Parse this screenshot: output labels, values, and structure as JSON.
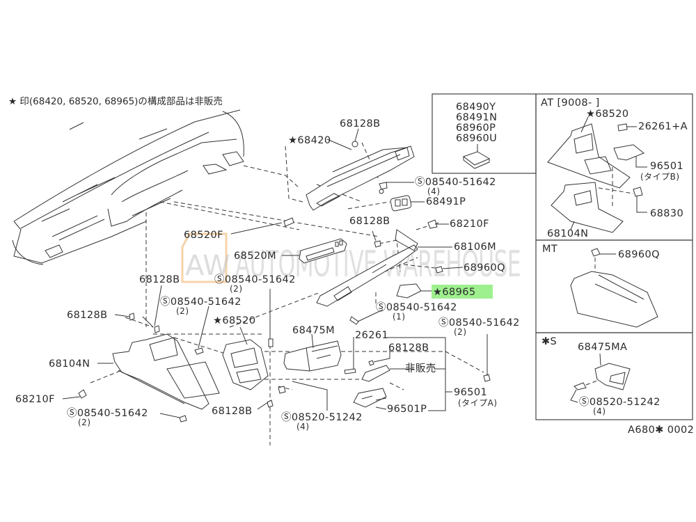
{
  "diagram": {
    "note": "★ 印(68420, 68520, 68965)の構成部品は非販売",
    "drawing_id": "A680✱ 0002",
    "highlight_color": "#9ef08e",
    "watermark": {
      "logo": "AW",
      "text": "AUTOMOTIVE WAREHOUSE"
    },
    "main_labels": {
      "p68128B_top": "68128B",
      "p68420": "★68420",
      "s08540_4": "Ⓢ08540-51642",
      "s08540_4_qty": "(4)",
      "p68491P": "68491P",
      "p68520F": "68520F",
      "p68128B_mid": "68128B",
      "p68210F_top": "68210F",
      "p68520M": "68520M",
      "p68106M": "68106M",
      "p68960Q": "68960Q",
      "p68128B_left": "68128B",
      "s08540_2a": "Ⓢ08540-51642",
      "s08540_2a_qty": "(2)",
      "p68965": "★68965",
      "s08540_2b": "Ⓢ08540-51642",
      "s08540_2b_qty": "(2)",
      "s08540_1": "Ⓢ08540-51642",
      "s08540_1_qty": "(1)",
      "p68128B_far": "68128B",
      "p68520": "★68520",
      "s08540_2c": "Ⓢ08540-51642",
      "s08540_2c_qty": "(2)",
      "p68475M": "68475M",
      "p26261": "26261",
      "p68128B_lamp": "68128B",
      "p68104N": "68104N",
      "not_for_sale": "非販売",
      "p68210F_bot": "68210F",
      "p96501": "96501",
      "p96501_type": "(タイプA)",
      "p96501P": "96501P",
      "s08540_2d": "Ⓢ08540-51642",
      "s08540_2d_qty": "(2)",
      "p68128B_bot": "68128B",
      "s08520_4": "Ⓢ08520-51242",
      "s08520_4_qty": "(4)"
    },
    "inset_switch": {
      "parts": [
        "68490Y",
        "68491N",
        "68960P",
        "68960U"
      ]
    },
    "inset_at": {
      "title": "AT [9008-    ]",
      "p68520": "★68520",
      "p26261A": "26261+A",
      "p96501": "96501",
      "p96501_type": "(タイプB)",
      "p68830": "68830",
      "p68104N": "68104N"
    },
    "inset_mt": {
      "title": "MT",
      "p68960Q": "68960Q"
    },
    "inset_s": {
      "title": "✱S",
      "p68475MA": "68475MA",
      "s08520": "Ⓢ08520-51242",
      "s08520_qty": "(4)"
    }
  }
}
